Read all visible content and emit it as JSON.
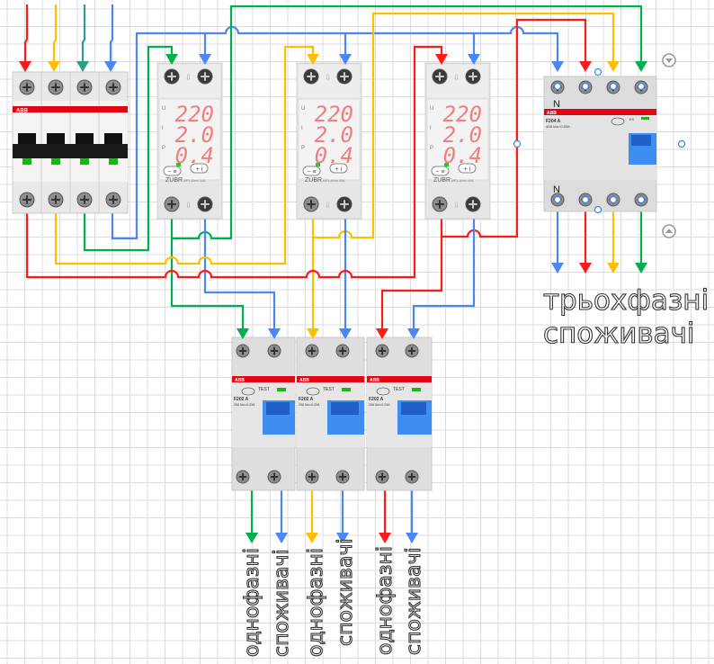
{
  "colors": {
    "phase_l1": "#ff1a1a",
    "phase_l2": "#ffbf00",
    "phase_l3_input": "#2e9e88",
    "phase_l3": "#00b050",
    "neutral": "#4a86f7",
    "grid": "#dcdcdc",
    "handle": "#4a90ff",
    "display_digits": "#f08080",
    "brand_band": "#e30613",
    "relay_indicator": "#22cc22"
  },
  "breaker": {
    "brand": "ABB"
  },
  "relays": [
    {
      "u": "220",
      "i": "2.0",
      "p": "0.4",
      "label_u": "U",
      "label_i": "I",
      "label_p": "P",
      "btn_minus": "− ≡",
      "btn_plus": "+ i",
      "brand": "ZUBR",
      "model": "MP3-40red 40A"
    },
    {
      "u": "220",
      "i": "2.0",
      "p": "0.4",
      "label_u": "U",
      "label_i": "I",
      "label_p": "P",
      "btn_minus": "− ≡",
      "btn_plus": "+ i",
      "brand": "ZUBR",
      "model": "MP3-40red 40A"
    },
    {
      "u": "220",
      "i": "2.0",
      "p": "0.4",
      "label_u": "U",
      "label_i": "I",
      "label_p": "P",
      "btn_minus": "− ≡",
      "btn_plus": "+ i",
      "brand": "ZUBR",
      "model": "MP3-40red 40A"
    }
  ],
  "rcd_three_phase": {
    "brand": "ABB",
    "model": "F204 A",
    "rating": "40A IΔn=0.03A",
    "neutral_top": "N",
    "neutral_bottom": "N",
    "test": "EX"
  },
  "rcd_single": [
    {
      "brand": "ABB",
      "model": "F202 A",
      "rating": "25A IΔn=0.03A",
      "test": "TEST"
    },
    {
      "brand": "ABB",
      "model": "F202 A",
      "rating": "25A IΔn=0.03A",
      "test": "TEST"
    },
    {
      "brand": "ABB",
      "model": "F202 A",
      "rating": "25A IΔn=0.03A",
      "test": "TEST"
    }
  ],
  "labels": {
    "three_phase_line1": "трьохфазні",
    "three_phase_line2": "споживачі",
    "single_phase_line1": "однофазні",
    "single_phase_line2": "споживачі"
  },
  "icons": {
    "scroll_down": "chevron-down-circle-icon",
    "scroll_up": "chevron-up-circle-icon"
  }
}
